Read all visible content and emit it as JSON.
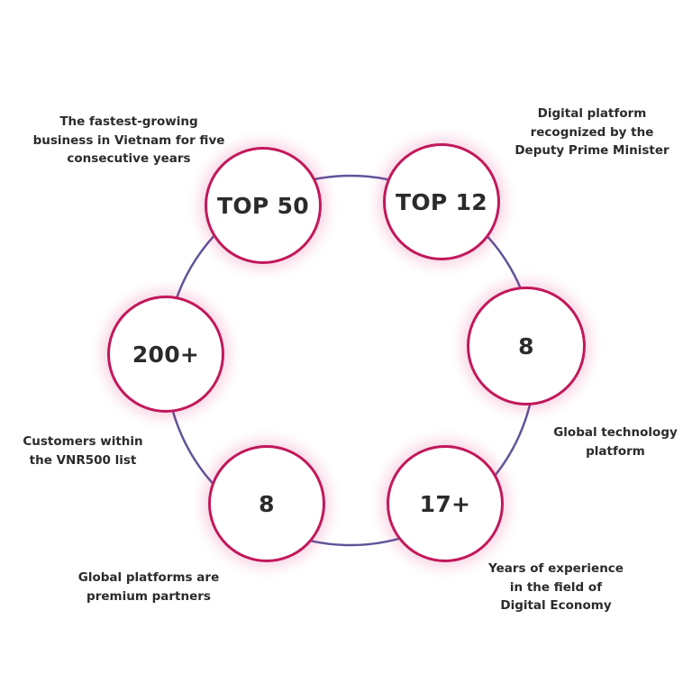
{
  "colors": {
    "ring": "#5f5599",
    "bubble_border": "#c2185b",
    "text": "#2b2b2b"
  },
  "stats": [
    {
      "id": "top50",
      "value": "TOP 50",
      "caption": [
        "The fastest-growing",
        "business in Vietnam for five",
        "consecutive years"
      ]
    },
    {
      "id": "top12",
      "value": "TOP 12",
      "caption": [
        "Digital platform",
        "recognized by the",
        "Deputy Prime Minister"
      ]
    },
    {
      "id": "tech8",
      "value": "8",
      "caption": [
        "Global technology",
        "platform"
      ]
    },
    {
      "id": "exp17",
      "value": "17+",
      "caption": [
        "Years of experience",
        "in the field of",
        "Digital Economy"
      ]
    },
    {
      "id": "partners8",
      "value": "8",
      "caption": [
        "Global platforms are",
        "premium partners"
      ]
    },
    {
      "id": "cust200",
      "value": "200+",
      "caption": [
        "Customers within",
        "the VNR500 list"
      ]
    }
  ]
}
